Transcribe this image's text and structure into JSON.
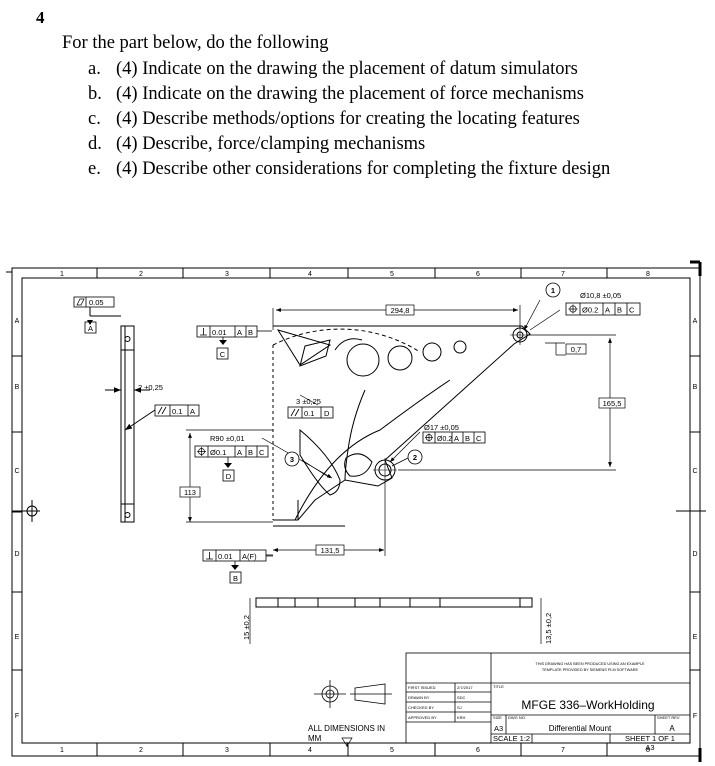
{
  "question": {
    "number": "4",
    "intro": "For the part below, do the following",
    "tasks": [
      {
        "letter": "a.",
        "text": "(4)  Indicate on the drawing the placement of datum simulators"
      },
      {
        "letter": "b.",
        "text": "(4)  Indicate on the drawing the placement of force mechanisms"
      },
      {
        "letter": "c.",
        "text": "(4) Describe methods/options for creating the locating features"
      },
      {
        "letter": "d.",
        "text": "(4) Describe, force/clamping mechanisms"
      },
      {
        "letter": "e.",
        "text": "(4) Describe other considerations for completing the fixture design"
      }
    ]
  },
  "drawing": {
    "col_labels": [
      "1",
      "2",
      "3",
      "4",
      "5",
      "6",
      "7",
      "8"
    ],
    "row_labels": [
      "A",
      "B",
      "C",
      "D",
      "E",
      "F"
    ],
    "fcf": {
      "flatness": {
        "value": "0.05",
        "datum": "A"
      },
      "perp_c": {
        "value": "0.01",
        "refs": [
          "A",
          "B"
        ],
        "datum": "C"
      },
      "parallel_left": {
        "value": "0.1",
        "refs": [
          "A"
        ]
      },
      "parallel_mid": {
        "value": "0.1",
        "refs": [
          "D"
        ]
      },
      "pos_r90": {
        "value": "Ø0.1",
        "refs": [
          "A",
          "B",
          "C"
        ],
        "datum": "D"
      },
      "perp_b": {
        "value": "0.01",
        "refs": [
          "A(F)"
        ],
        "datum": "B"
      },
      "pos_hole17": {
        "value": "Ø0.2",
        "refs": [
          "A",
          "B",
          "C"
        ]
      },
      "pos_hole108": {
        "value": "Ø0.2",
        "refs": [
          "A",
          "B",
          "C"
        ]
      }
    },
    "dims": {
      "d294": "294,8",
      "d165": "165,5",
      "d131": "131,5",
      "d113": "113",
      "d07": "0,7",
      "d2": "2 ±0,25",
      "d3": "3 ±0,25",
      "r90": "R90 ±0,01",
      "hole17": "Ø17 ±0,05",
      "hole108": "Ø10,8 ±0,05",
      "d15": "15 ±0,2",
      "d135": "13,5 ±0,2"
    },
    "callouts": [
      "1",
      "2",
      "3"
    ],
    "units_note": "ALL DIMENSIONS IN",
    "units_note2": "MM",
    "title_block": {
      "note": "THIS DRAWING HAS BEEN PRODUCED USING AN EXAMPLE",
      "note2": "TEMPLATE PROVIDED BY SIEMENS PLM SOFTWARE",
      "rows": [
        {
          "label": "FIRST ISSUED",
          "value": "2/7/2017"
        },
        {
          "label": "DRAWN BY",
          "value": "SDC"
        },
        {
          "label": "CHECKED BY",
          "value": "SJ"
        },
        {
          "label": "APPROVED BY",
          "value": "KRH"
        }
      ],
      "title_label": "TITLE",
      "title": "MFGE 336–WorkHolding",
      "size_label": "SIZE",
      "dwg_label": "DWG NO.",
      "sheet_rev_label": "SHEET REV",
      "size": "A3",
      "dwg_no": "Differential Mount",
      "rev": "A",
      "scale": "SCALE 1:2",
      "sheet": "SHEET 1 OF 1",
      "paper": "A3"
    }
  }
}
